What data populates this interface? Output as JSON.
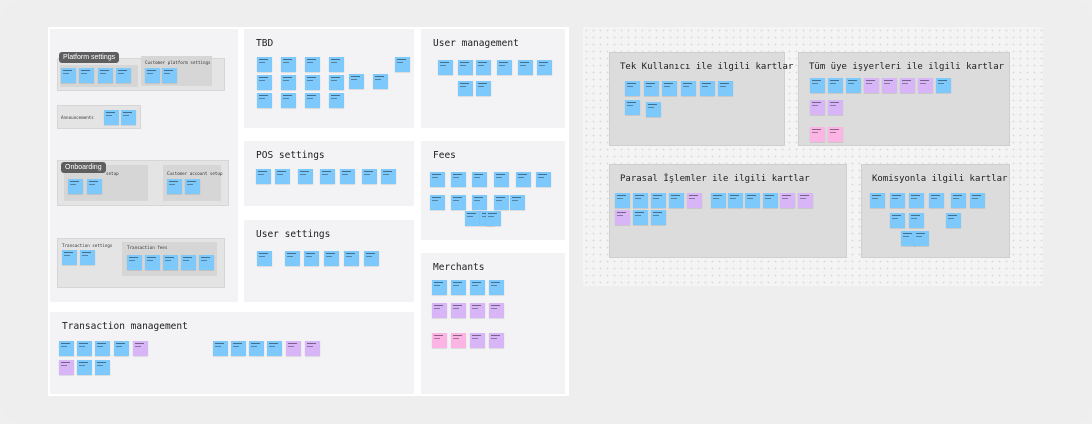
{
  "colors": {
    "sticky_blue": "#7ec9fb",
    "sticky_purple": "#d7b5f7",
    "sticky_pink": "#fcb4e5",
    "section_bg": "#f3f2f4",
    "tag_bg": "#5e5e5e"
  },
  "left_board": {
    "tags": {
      "platform": "Platform settings",
      "onboarding": "Onboarding"
    },
    "labels": {
      "customer_platform": "Customer platform settings",
      "announcements": "Announcements",
      "setup": "setup",
      "customer_account": "Customer account setup",
      "transaction_settings": "Transaction settings",
      "transaction_fees": "Transaction fees"
    },
    "sections": {
      "tbd": "TBD",
      "user_management": "User management",
      "pos_settings": "POS settings",
      "fees": "Fees",
      "user_settings": "User settings",
      "merchants": "Merchants",
      "transaction_management": "Transaction management"
    }
  },
  "right_board": {
    "frames": {
      "tek": "Tek Kullanıcı ile ilgili kartlar",
      "tum": "Tüm üye işyerleri ile ilgili kartlar",
      "parasal": "Parasal İşlemler ile ilgili kartlar",
      "komisyon": "Komisyonla ilgili kartlar"
    }
  }
}
